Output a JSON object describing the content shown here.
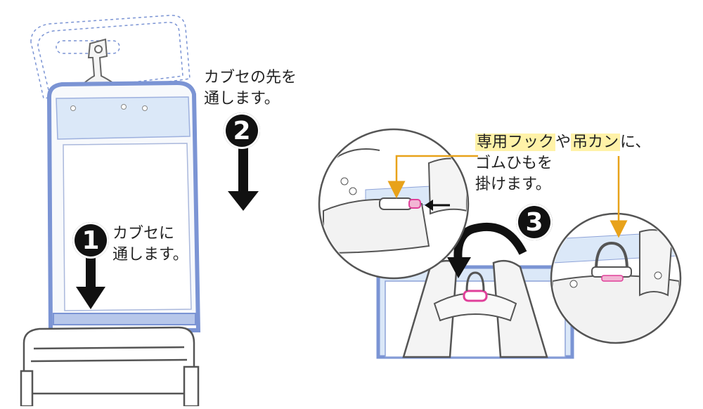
{
  "steps": [
    {
      "number": "1",
      "line1": "カブセに",
      "line2": "通します。"
    },
    {
      "number": "2",
      "line1": "カブセの先を",
      "line2": "通します。"
    },
    {
      "number": "3",
      "part1": "専用フック",
      "part2": "や",
      "part3": "吊カン",
      "part4": "に、",
      "line2": "ゴムひもを",
      "line3": "掛けます。"
    }
  ],
  "colors": {
    "cover_fill": "#dbe8f8",
    "cover_border": "#7b94d4",
    "accent_orange": "#e8a21a",
    "highlight": "#fff2a8",
    "strap_pink": "#e0409a",
    "outline": "#555555"
  }
}
